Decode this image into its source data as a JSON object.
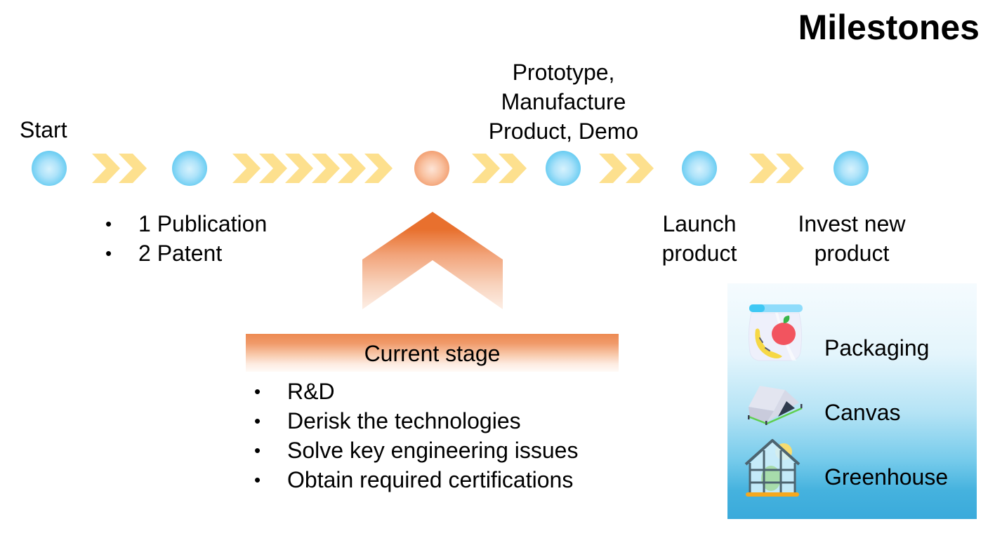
{
  "title": "Milestones",
  "timeline": {
    "nodes": [
      {
        "id": "start",
        "status": "completed",
        "color": "#58c7f0",
        "label_above": "Start"
      },
      {
        "id": "publications",
        "status": "completed",
        "color": "#58c7f0",
        "notes_below": [
          "1 Publication",
          "2 Patent"
        ]
      },
      {
        "id": "current",
        "status": "current",
        "color": "#f0925f"
      },
      {
        "id": "prototype",
        "status": "upcoming",
        "color": "#58c7f0",
        "label_above_lines": [
          "Prototype,",
          "Manufacture",
          "Product, Demo"
        ]
      },
      {
        "id": "launch",
        "status": "upcoming",
        "color": "#58c7f0",
        "label_below_lines": [
          "Launch",
          "product"
        ]
      },
      {
        "id": "invest",
        "status": "upcoming",
        "color": "#58c7f0",
        "label_below_lines": [
          "Invest new",
          "product"
        ]
      }
    ],
    "connector_chevron_counts": [
      2,
      6,
      2,
      2,
      2
    ],
    "chevron_color": "#fde08e"
  },
  "current_stage": {
    "arrow_icon": "up-chevron-arrow-icon",
    "arrow_color": "#e8702e",
    "heading": "Current stage",
    "items": [
      "R&D",
      "Derisk the technologies",
      "Solve key engineering issues",
      "Obtain required certifications"
    ]
  },
  "applications": {
    "items": [
      {
        "label": "Packaging",
        "icon": "food-bag-icon"
      },
      {
        "label": "Canvas",
        "icon": "tent-icon"
      },
      {
        "label": "Greenhouse",
        "icon": "greenhouse-icon"
      }
    ]
  }
}
